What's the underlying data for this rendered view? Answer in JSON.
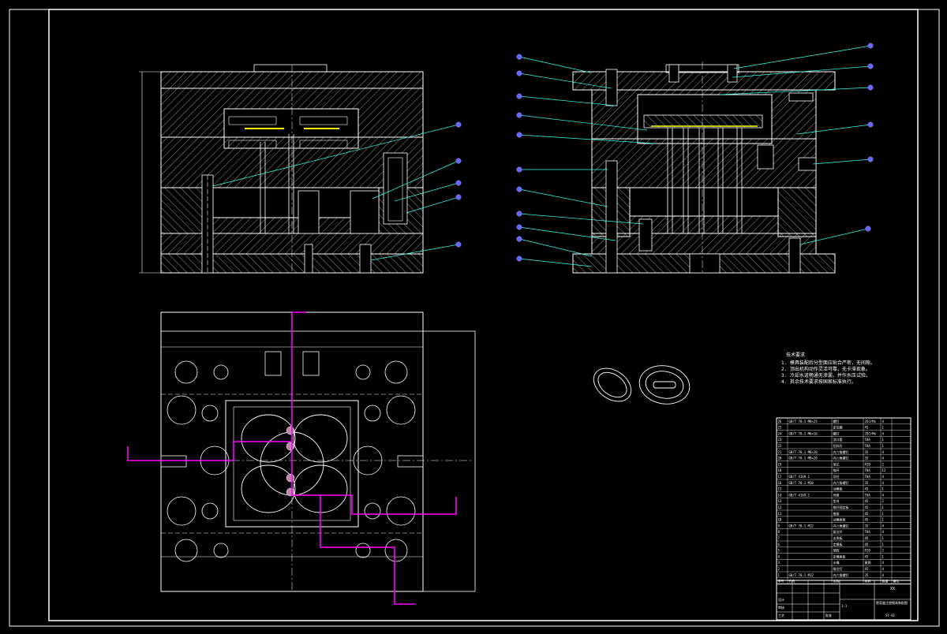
{
  "drawing": {
    "tech_title": "技术要求",
    "tech_notes": [
      "1. 模具装配后分型面应贴合严密，无间隙。",
      "2. 顶出机构动作灵活可靠，无卡滞现象。",
      "3. 冷却水道畅通无渗漏，并作水压试验。",
      "4. 其余技术要求按国家标准执行。"
    ],
    "parts_rows": [
      [
        "26",
        "GB/T 70.1 M8×25",
        "螺钉",
        "35CrMo",
        "4",
        ""
      ],
      [
        "25",
        "",
        "定位圈",
        "45",
        "1",
        ""
      ],
      [
        "24",
        "GB/T 70.1 M6×16",
        "螺钉",
        "35CrMo",
        "4",
        ""
      ],
      [
        "23",
        "",
        "浇口套",
        "T8A",
        "1",
        ""
      ],
      [
        "22",
        "",
        "拉料杆",
        "T8A",
        "1",
        ""
      ],
      [
        "21",
        "GB/T 70.1 M8×20",
        "内六角螺钉",
        "35",
        "4",
        ""
      ],
      [
        "20",
        "GB/T 70.1 M8×20",
        "内六角螺钉",
        "35",
        "4",
        ""
      ],
      [
        "19",
        "",
        "型芯",
        "P20",
        "2",
        ""
      ],
      [
        "18",
        "",
        "推杆",
        "T8A",
        "12",
        ""
      ],
      [
        "17",
        "GB/T 4169.1",
        "导柱",
        "T8A",
        "4",
        ""
      ],
      [
        "16",
        "GB/T 70.1 M10",
        "内六角螺钉",
        "35",
        "4",
        ""
      ],
      [
        "15",
        "",
        "动模板",
        "45",
        "1",
        ""
      ],
      [
        "14",
        "GB/T 4169.1",
        "导套",
        "T8A",
        "4",
        ""
      ],
      [
        "13",
        "",
        "垫块",
        "45",
        "2",
        ""
      ],
      [
        "12",
        "",
        "推杆固定板",
        "45",
        "1",
        ""
      ],
      [
        "11",
        "",
        "推板",
        "45",
        "1",
        ""
      ],
      [
        "10",
        "",
        "动模座板",
        "45",
        "1",
        ""
      ],
      [
        "9",
        "GB/T 70.1 M12",
        "内六角螺钉",
        "35",
        "4",
        ""
      ],
      [
        "8",
        "",
        "复位杆",
        "T8A",
        "4",
        ""
      ],
      [
        "7",
        "",
        "支承板",
        "45",
        "1",
        ""
      ],
      [
        "6",
        "",
        "定模板",
        "45",
        "1",
        ""
      ],
      [
        "5",
        "",
        "型腔",
        "P20",
        "2",
        ""
      ],
      [
        "4",
        "",
        "定模座板",
        "45",
        "1",
        ""
      ],
      [
        "3",
        "",
        "水嘴",
        "黄铜",
        "4",
        ""
      ],
      [
        "2",
        "",
        "限位钉",
        "45",
        "4",
        ""
      ],
      [
        "1",
        "GB/T 70.1 M12",
        "内六角螺钉",
        "35",
        "4",
        ""
      ]
    ],
    "parts_header": [
      "序号",
      "代号",
      "名称",
      "材料",
      "数量",
      "备注"
    ],
    "title_block": {
      "school": "XX",
      "drawing_name": "肥皂盒注塑模具装配图",
      "scale": "1:1",
      "drawing_no": "SY-01",
      "labels": [
        "设计",
        "审核",
        "工艺",
        "批准"
      ]
    }
  }
}
